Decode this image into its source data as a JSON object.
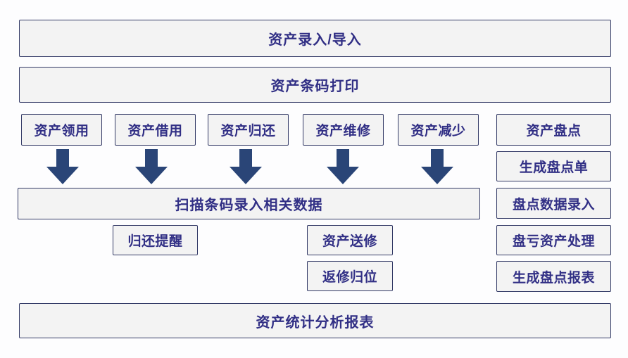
{
  "diagram": {
    "title": "asset-management-flowchart",
    "colors": {
      "box_fill": "#f3f3f3",
      "box_border": "#333a66",
      "text": "#312f85",
      "arrow": "#2a4577",
      "background": "#fdfdfe"
    },
    "top_rows": [
      {
        "label": "资产录入/导入"
      },
      {
        "label": "资产条码打印"
      }
    ],
    "process_boxes": [
      {
        "label": "资产领用"
      },
      {
        "label": "资产借用"
      },
      {
        "label": "资产归还"
      },
      {
        "label": "资产维修"
      },
      {
        "label": "资产减少"
      }
    ],
    "arrow_icon": "down-arrow",
    "scan_box": {
      "label": "扫描条码录入相关数据"
    },
    "sub_boxes": [
      {
        "label": "归还提醒"
      },
      {
        "label": "资产送修"
      },
      {
        "label": "返修归位"
      }
    ],
    "inventory_column": [
      {
        "label": "资产盘点"
      },
      {
        "label": "生成盘点单"
      },
      {
        "label": "盘点数据录入"
      },
      {
        "label": "盘亏资产处理"
      },
      {
        "label": "生成盘点报表"
      }
    ],
    "bottom_row": {
      "label": "资产统计分析报表"
    }
  }
}
